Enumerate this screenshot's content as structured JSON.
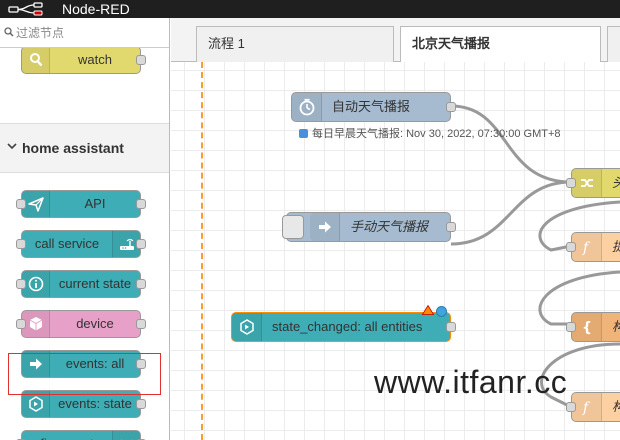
{
  "app": {
    "title": "Node-RED"
  },
  "palette": {
    "search_placeholder": "过滤节点",
    "nodes_top": [
      {
        "label": "watch",
        "icon": "magnifier-icon"
      }
    ],
    "category": "home assistant",
    "nodes": [
      {
        "label": "API",
        "icon": "paper-plane-icon"
      },
      {
        "label": "call service",
        "icon": "router-icon"
      },
      {
        "label": "current state",
        "icon": "info-icon"
      },
      {
        "label": "device",
        "icon": "cube-icon"
      },
      {
        "label": "events: all",
        "icon": "arrow-right-icon"
      },
      {
        "label": "events: state",
        "icon": "hexagon-arrow-icon"
      },
      {
        "label": "fire event",
        "icon": "broadcast-icon"
      }
    ]
  },
  "workspace": {
    "tabs": [
      {
        "label": "流程 1",
        "active": false
      },
      {
        "label": "北京天气播报",
        "active": true
      }
    ],
    "nodes": [
      {
        "id": "inject-auto",
        "label": "自动天气播报",
        "icon": "timer-icon",
        "color": "#a6bbcf"
      },
      {
        "id": "inject-manual",
        "label": "手动天气播报",
        "icon": "arrow-right-icon",
        "color": "#a6bbcf"
      },
      {
        "id": "events-state",
        "label": "state_changed: all entities",
        "icon": "hexagon-arrow-icon",
        "color": "#3fadb5"
      },
      {
        "id": "node-right-1",
        "label": "头",
        "icon": "shuffle-icon",
        "color": "#e2d96e"
      },
      {
        "id": "node-right-2",
        "label": "提",
        "icon": "function-icon",
        "color": "#fdd0a2"
      },
      {
        "id": "node-right-3",
        "label": "构",
        "icon": "brace-icon",
        "color": "#f0b478"
      },
      {
        "id": "node-right-4",
        "label": "构",
        "icon": "function-icon",
        "color": "#fdd0a2"
      }
    ],
    "status_text": "每日早晨天气播报: Nov 30, 2022, 07:30:00 GMT+8"
  },
  "watermark": "www.itfanr.cc",
  "colors": {
    "ha_blue": "#3fadb5",
    "device_pink": "#e7a0c7",
    "inject": "#a6bbcf",
    "highlight": "#e0312f",
    "flow_border": "#ff9a2e"
  }
}
